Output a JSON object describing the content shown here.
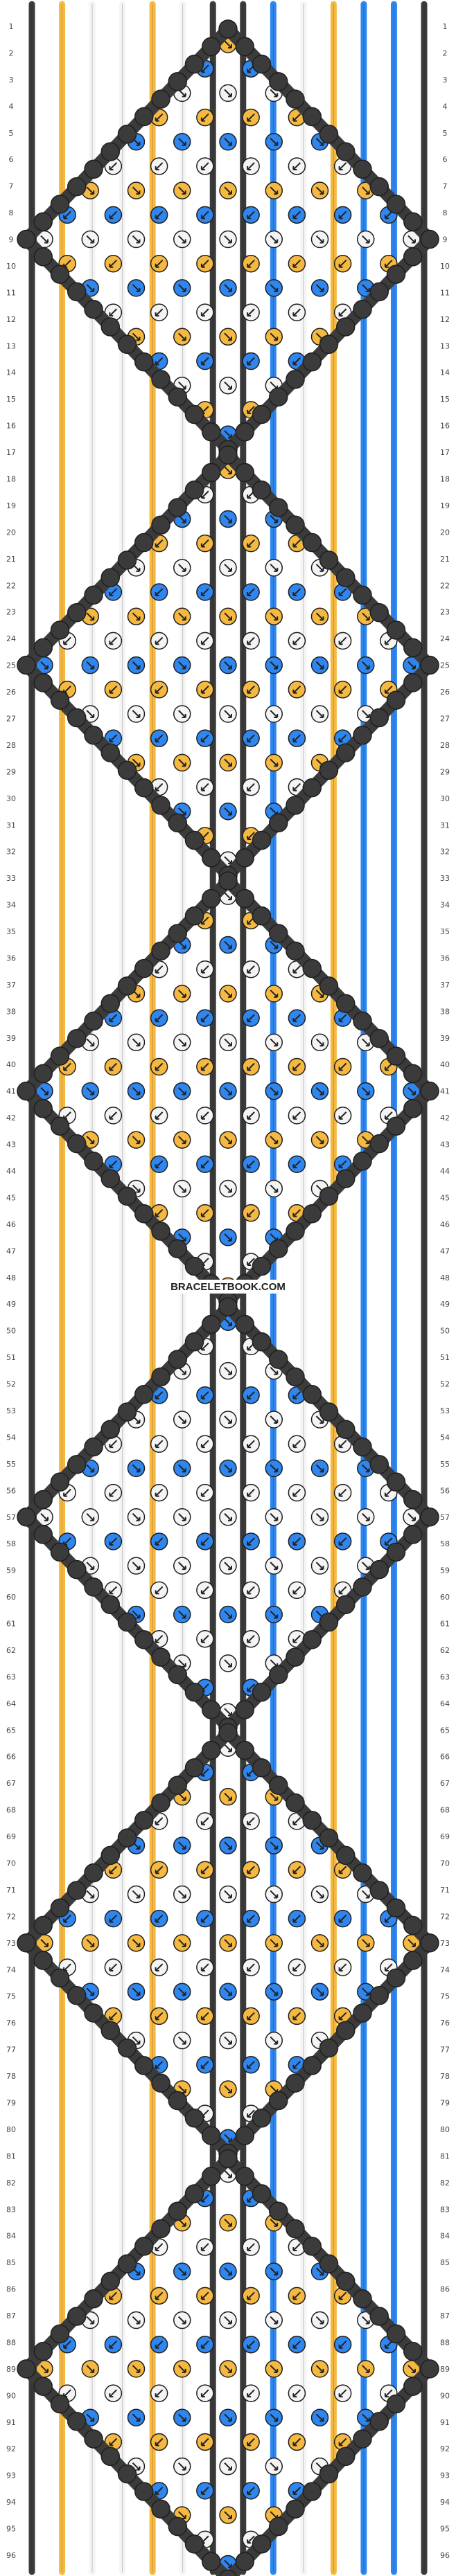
{
  "watermark": "BRACELETBOOK.COM",
  "rows": 96,
  "colors": {
    "dark": "#3b3b3b",
    "yellow": "#f5b942",
    "blue": "#2f86ee",
    "white": "#f4f4f4",
    "outline": "#1f1f1f",
    "background": "#ffffff"
  },
  "strings": [
    "dark",
    "yellow",
    "white",
    "white",
    "yellow",
    "white",
    "dark",
    "dark",
    "blue",
    "white",
    "yellow",
    "blue",
    "blue",
    "dark"
  ],
  "diamonds": [
    {
      "label": "diamond-1",
      "rows": [
        0,
        16
      ],
      "palette": [
        "yellow",
        "blue",
        "white"
      ]
    },
    {
      "label": "diamond-2",
      "rows": [
        16,
        32
      ],
      "palette": [
        "blue",
        "yellow",
        "white"
      ]
    },
    {
      "label": "diamond-3",
      "rows": [
        32,
        48
      ],
      "palette": [
        "yellow",
        "blue",
        "white"
      ]
    },
    {
      "label": "diamond-4",
      "rows": [
        48,
        64
      ],
      "palette": [
        "blue",
        "white",
        "white"
      ]
    },
    {
      "label": "diamond-5",
      "rows": [
        64,
        80
      ],
      "palette": [
        "yellow",
        "white",
        "blue"
      ]
    },
    {
      "label": "diamond-6",
      "rows": [
        80,
        96
      ],
      "palette": [
        "blue",
        "yellow",
        "white"
      ]
    }
  ]
}
